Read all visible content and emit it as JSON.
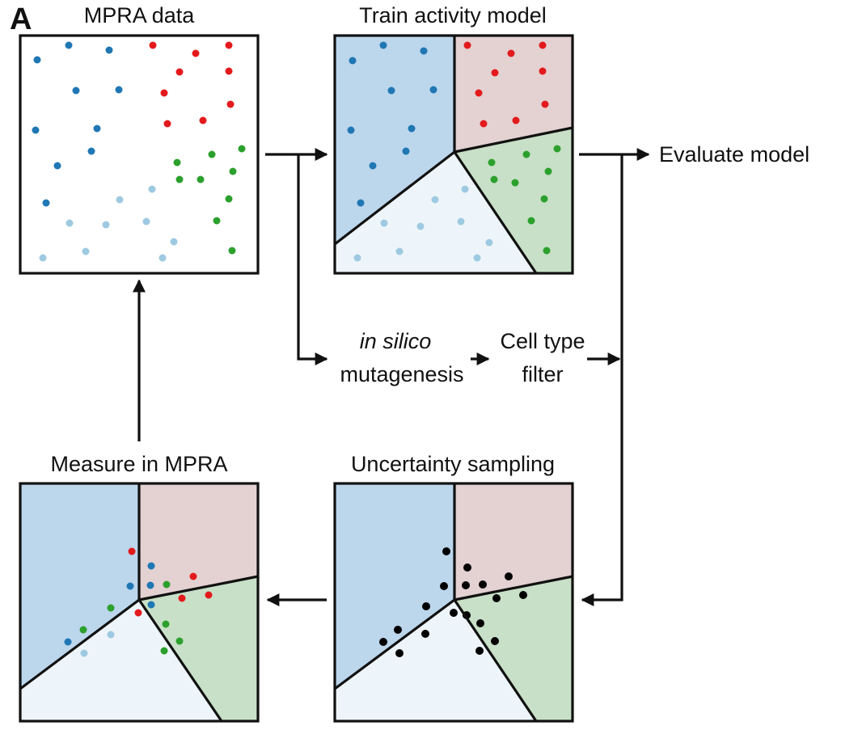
{
  "figure": {
    "panel_letter": "A",
    "colors": {
      "class_blue": "#1f77b4",
      "class_lightblue": "#9ecae1",
      "class_red": "#e31a1c",
      "class_green": "#2ca02c",
      "region_blue": "#bcd6ec",
      "region_red": "#e4d1d2",
      "region_green": "#c8e0c7",
      "region_light": "#eef5fa",
      "candidate": "#000000",
      "line": "#111111"
    },
    "panels": {
      "mpra_data": {
        "title": "MPRA data"
      },
      "train_model": {
        "title": "Train activity model"
      },
      "uncertainty": {
        "title": "Uncertainty sampling"
      },
      "measure": {
        "title": "Measure in MPRA"
      }
    },
    "steps": {
      "evaluate": "Evaluate model",
      "insilico_italic": "in silico",
      "mutagenesis": "mutagenesis",
      "celltype_line1": "Cell type",
      "celltype_line2": "filter"
    }
  }
}
